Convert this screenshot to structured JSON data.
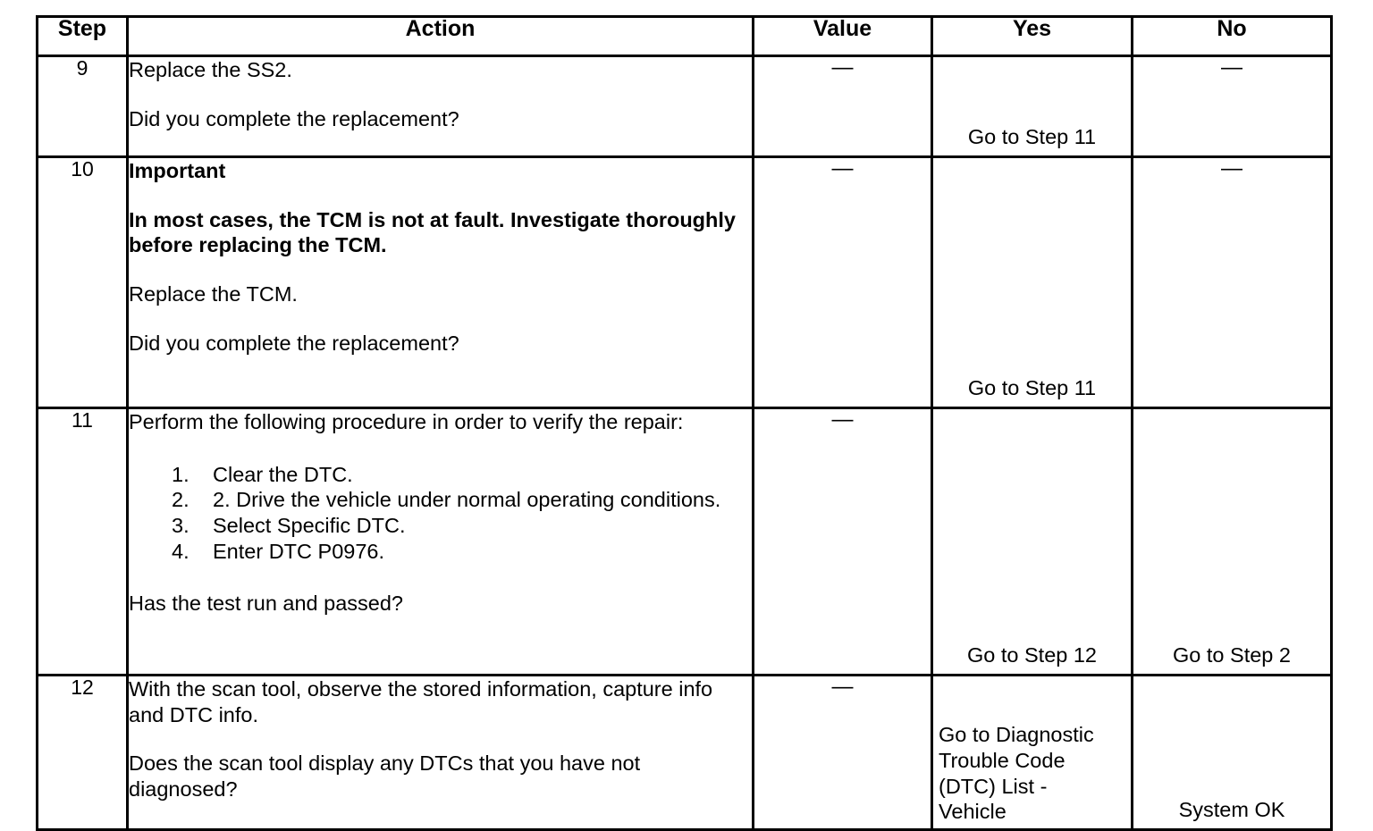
{
  "document": {
    "type": "diagnostic-procedure-table",
    "title": ""
  },
  "table": {
    "headers": {
      "step": "Step",
      "action": "Action",
      "value": "Value",
      "yes": "Yes",
      "no": "No"
    },
    "dash": "—",
    "rows": [
      {
        "step": "9",
        "action": {
          "lines": [
            {
              "text": "Replace the SS2.",
              "bold": false
            },
            {
              "gap": "md"
            },
            {
              "text": "Did you complete the replacement?",
              "bold": false
            }
          ]
        },
        "value": "—",
        "yes": "Go to Step 11",
        "no": "—"
      },
      {
        "step": "10",
        "action": {
          "lines": [
            {
              "text": "Important",
              "bold": true
            },
            {
              "gap": "md"
            },
            {
              "text": "In most cases, the TCM is not at fault. Investigate thoroughly before replacing the TCM.",
              "bold": true
            },
            {
              "gap": "md"
            },
            {
              "text": "Replace the TCM.",
              "bold": false
            },
            {
              "gap": "md"
            },
            {
              "text": "Did you complete the replacement?",
              "bold": false
            }
          ]
        },
        "value": "—",
        "yes": "Go to Step 11",
        "no": "—"
      },
      {
        "step": "11",
        "action": {
          "lines": [
            {
              "text": "Perform the following procedure in order to verify the repair:",
              "bold": false
            },
            {
              "gap": "lg"
            }
          ],
          "list": [
            {
              "num": "1.",
              "text": "Clear the DTC."
            },
            {
              "num": "2.",
              "text": "2. Drive the vehicle under normal operating conditions."
            },
            {
              "num": "3.",
              "text": "Select Specific DTC."
            },
            {
              "num": "4.",
              "text": "Enter DTC P0976."
            }
          ],
          "after_list": [
            {
              "gap": "md"
            },
            {
              "text": "Has the test run and passed?",
              "bold": false
            }
          ]
        },
        "value": "—",
        "yes": "Go to Step 12",
        "no": "Go to Step 2"
      },
      {
        "step": "12",
        "action": {
          "lines": [
            {
              "text": "With the scan tool, observe the stored information, capture info and DTC info.",
              "bold": false
            },
            {
              "gap": "md"
            },
            {
              "text": "Does the scan tool display any DTCs that you have not diagnosed?",
              "bold": false
            }
          ]
        },
        "value": "—",
        "yes": "Go to Diagnostic\nTrouble Code\n(DTC) List -\nVehicle",
        "no": "System OK"
      }
    ]
  },
  "colors": {
    "border": "#000000",
    "text": "#000000",
    "background": "#ffffff"
  }
}
